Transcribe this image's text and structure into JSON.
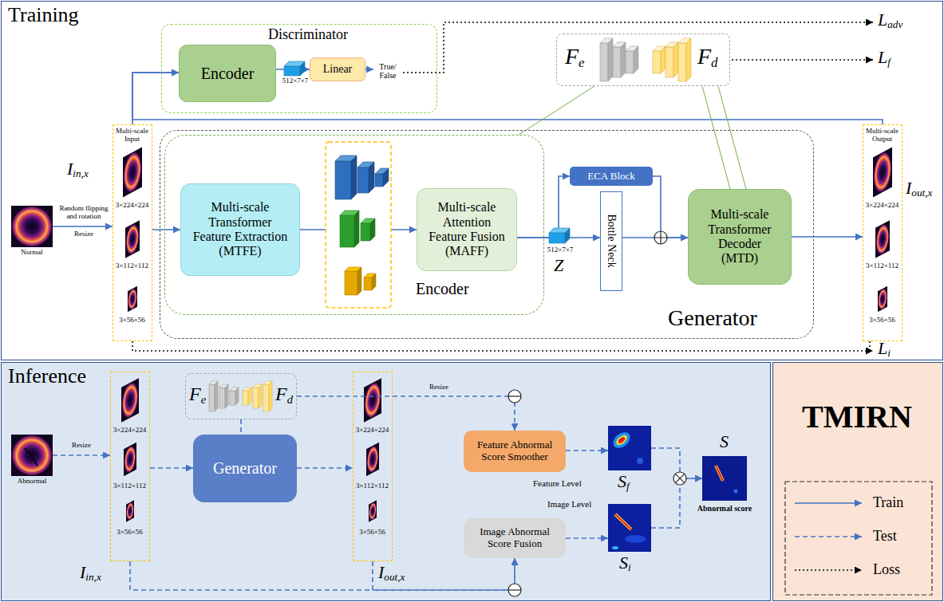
{
  "diagram": {
    "nodes": [
      {
        "text": [
          "Training"
        ]
      },
      {
        "text": [
          "Discriminator"
        ],
        "in": 0
      },
      {
        "text": [
          "Encoder"
        ],
        "in": 1
      },
      {
        "text": [
          "Linear"
        ],
        "in": 1
      },
      {
        "text": [
          "Fe",
          "Fd"
        ],
        "in": 0
      },
      {
        "text": [
          "Normal"
        ],
        "in": 0
      },
      {
        "text": [
          "Multi-scale Input",
          "3×224×224",
          "3×112×112",
          "3×56×56"
        ],
        "in": 0
      },
      {
        "text": [
          "Generator"
        ],
        "in": 0
      },
      {
        "text": [
          "Encoder"
        ],
        "in": 7
      },
      {
        "text": [
          "Multi-scale Transformer Feature Extraction (MTFE)"
        ],
        "in": 8
      },
      {
        "text": [
          "Multi-scale Attention Feature Fusion (MAFF)"
        ],
        "in": 8
      },
      {
        "text": [
          "ECA Block"
        ],
        "in": 7
      },
      {
        "text": [
          "Bottle Neck"
        ],
        "in": 7
      },
      {
        "text": [
          "Multi-scale Transformer Decoder (MTD)"
        ],
        "in": 7
      },
      {
        "text": [
          "Multi-scale Output",
          "3×224×224",
          "3×112×112",
          "3×56×56"
        ],
        "in": 0
      },
      {
        "text": [
          "Inference"
        ]
      },
      {
        "text": [
          "Abnormal"
        ],
        "in": 15
      },
      {
        "text": [
          "3×224×224",
          "3×112×112",
          "3×56×56"
        ],
        "in": 15
      },
      {
        "text": [
          "Fe",
          "Fd"
        ],
        "in": 15
      },
      {
        "text": [
          "Generator"
        ],
        "in": 15
      },
      {
        "text": [
          "3×224×224",
          "3×112×112",
          "3×56×56"
        ],
        "in": 15
      },
      {
        "text": [
          "Feature Abnormal Score Smoother"
        ],
        "in": 15
      },
      {
        "text": [
          "Image Abnormal Score Fusion"
        ],
        "in": 15
      },
      {
        "text": [
          "Sf"
        ],
        "in": 15
      },
      {
        "text": [
          "Si"
        ],
        "in": 15
      },
      {
        "text": [
          "S",
          "Abnormal score"
        ],
        "in": 15
      },
      {
        "text": [
          "TMIRN"
        ]
      }
    ],
    "edges": [
      {
        "from": 5,
        "to": 6,
        "arrow": "to"
      },
      {
        "from": 6,
        "to": 9,
        "arrow": "to"
      },
      {
        "from": 6,
        "to": 2,
        "arrow": "to"
      },
      {
        "from": 14,
        "to": 2,
        "arrow": "to"
      },
      {
        "from": 2,
        "to": 3,
        "arrow": "to"
      },
      {
        "from": 9,
        "to": 10,
        "arrow": "to"
      },
      {
        "from": 10,
        "to": 12,
        "arrow": "to"
      },
      {
        "from": 10,
        "to": 11,
        "arrow": "to"
      },
      {
        "from": 11,
        "to": 13,
        "arrow": "to"
      },
      {
        "from": 12,
        "to": 13,
        "arrow": "to"
      },
      {
        "from": 13,
        "to": 14,
        "arrow": "to"
      },
      {
        "from": 8,
        "to": 4,
        "arrow": "none"
      },
      {
        "from": 13,
        "to": 4,
        "arrow": "none"
      },
      {
        "from": 13,
        "to": 4,
        "arrow": "none"
      },
      {
        "from": 16,
        "to": 17,
        "arrow": "to"
      },
      {
        "from": 17,
        "to": 19,
        "arrow": "to"
      },
      {
        "from": 19,
        "to": 20,
        "arrow": "to"
      },
      {
        "from": 18,
        "to": 19,
        "arrow": "none"
      },
      {
        "from": 18,
        "to": 21,
        "label": "Resize",
        "arrow": "to"
      },
      {
        "from": 17,
        "to": 22,
        "arrow": "to"
      },
      {
        "from": 20,
        "to": 22,
        "arrow": "to"
      },
      {
        "from": 21,
        "to": 23,
        "arrow": "to"
      },
      {
        "from": 22,
        "to": 24,
        "arrow": "to"
      },
      {
        "from": 23,
        "to": 25,
        "arrow": "to"
      },
      {
        "from": 24,
        "to": 25,
        "arrow": "to"
      }
    ],
    "labels": [
      "Ladv",
      "Lf",
      "Li",
      "True/ False",
      "512×7×7",
      "Random flipping and rotation",
      "Resize",
      "Iin,x",
      "512×7×7",
      "Z",
      "Iout,x",
      "Resize",
      "Iin,x",
      "Iout,x",
      "Feature Level",
      "Image Level"
    ],
    "legend": [
      {
        "text": "Train"
      },
      {
        "text": "Test"
      },
      {
        "text": "Loss"
      }
    ]
  }
}
